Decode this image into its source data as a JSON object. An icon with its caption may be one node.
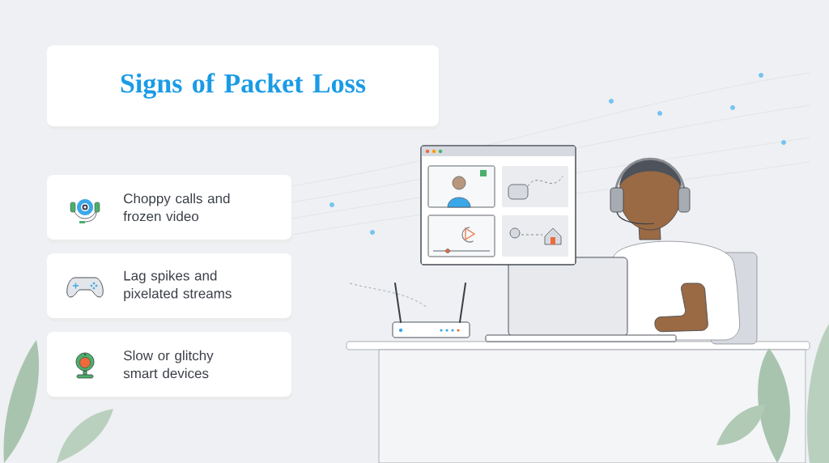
{
  "diagram": {
    "nodes": [
      {
        "text": [
          "Signs of Packet Loss"
        ]
      },
      {
        "text": [
          "Choppy calls and frozen video"
        ]
      },
      {
        "text": [
          "Lag spikes and pixelated streams"
        ]
      },
      {
        "text": [
          "Slow or glitchy smart devices"
        ]
      }
    ]
  }
}
